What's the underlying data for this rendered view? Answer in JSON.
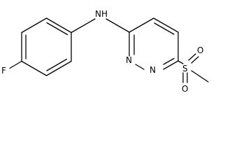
{
  "atoms": {
    "fluorine": "F",
    "amine_n": "N",
    "amine_h": "H",
    "ring_n1": "N",
    "ring_n2": "N",
    "sulfur": "S",
    "oxygen_top": "O",
    "oxygen_bottom": "O"
  }
}
